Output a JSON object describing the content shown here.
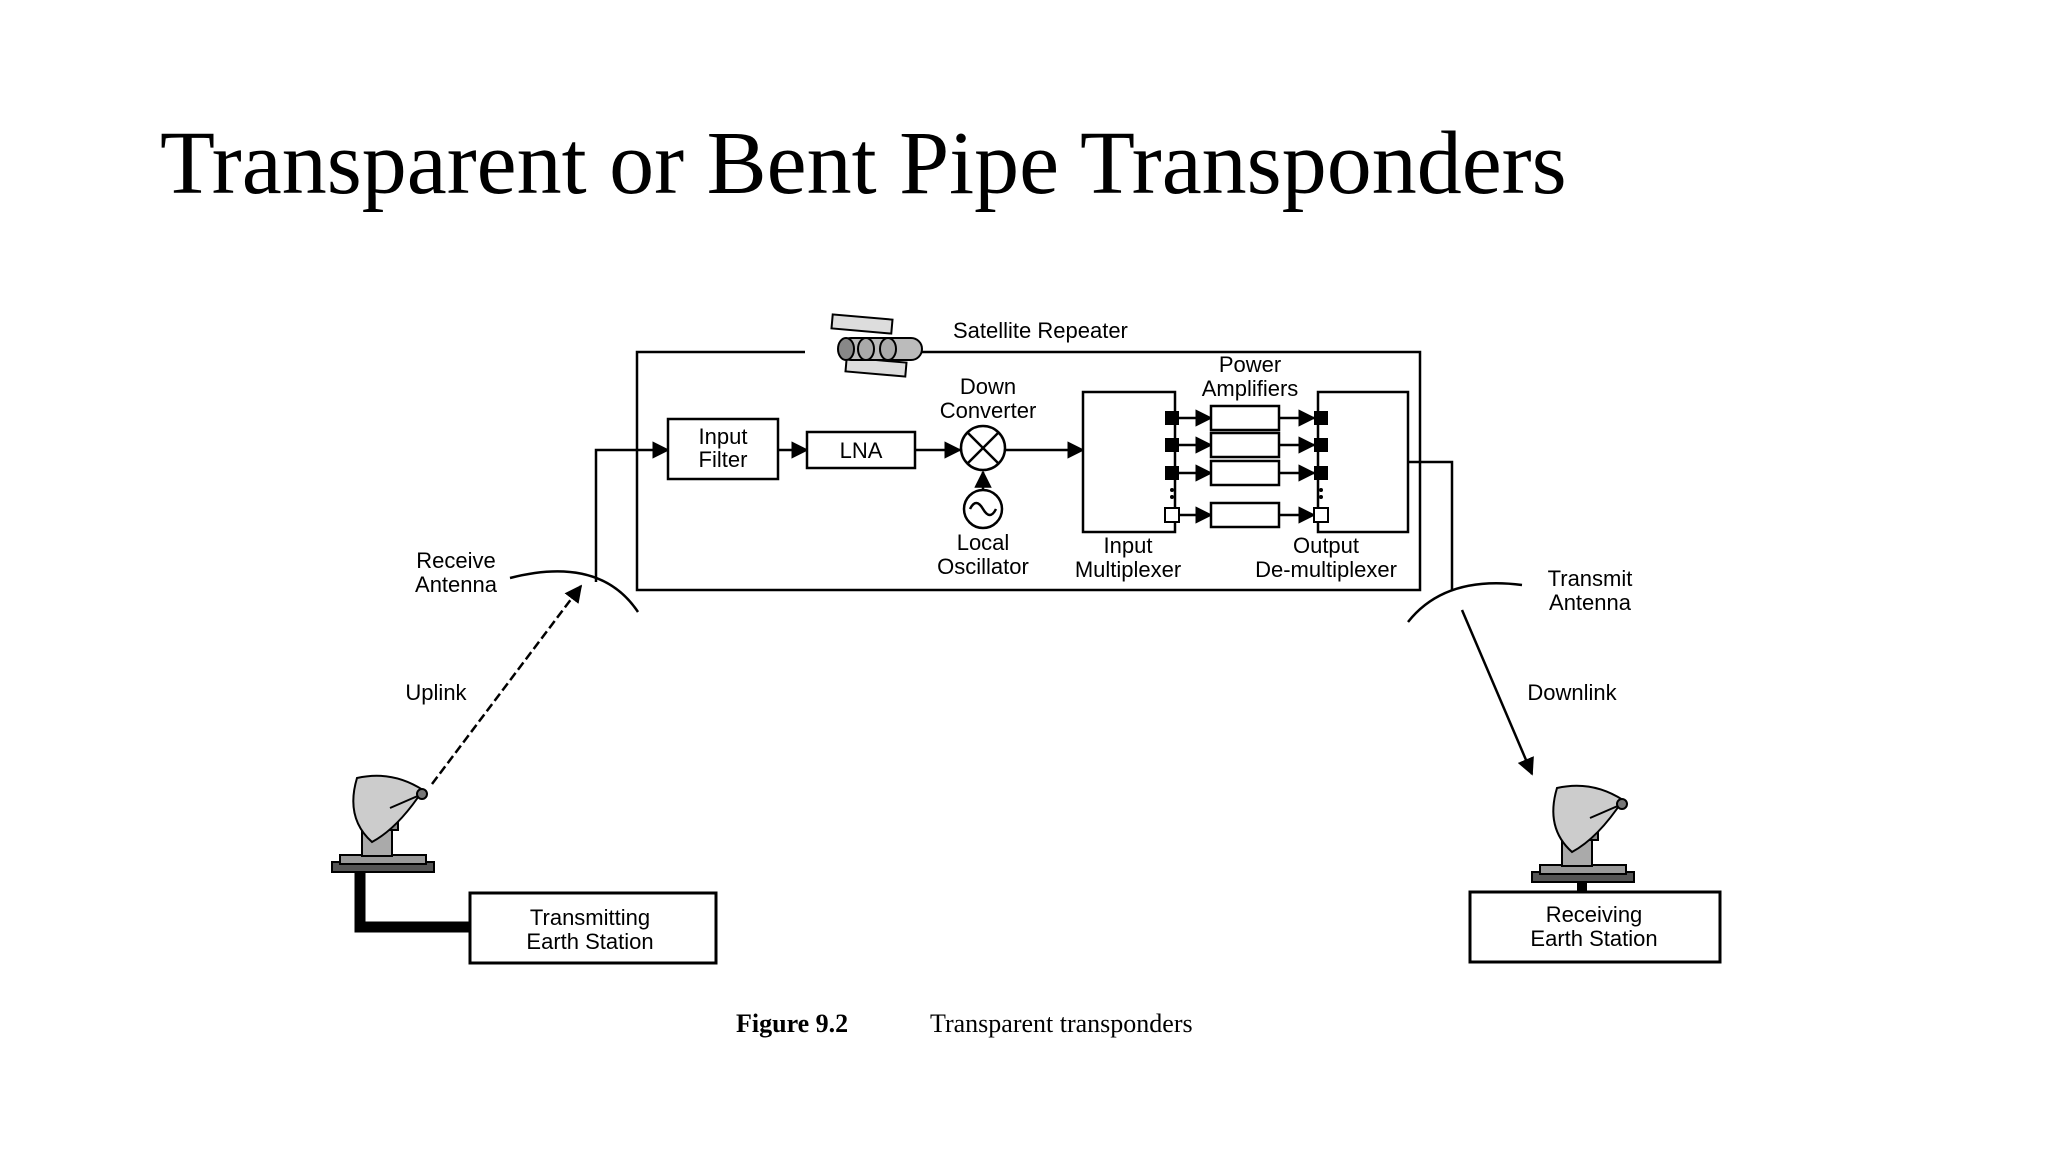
{
  "slide": {
    "title": "Transparent or Bent Pipe Transponders"
  },
  "diagram": {
    "satellite_label": "Satellite Repeater",
    "blocks": {
      "input_filter": [
        "Input",
        "Filter"
      ],
      "lna": "LNA",
      "down_converter": [
        "Down",
        "Converter"
      ],
      "local_oscillator": [
        "Local",
        "Oscillator"
      ],
      "power_amplifiers": [
        "Power",
        "Amplifiers"
      ],
      "input_multiplexer": [
        "Input",
        "Multiplexer"
      ],
      "output_demultiplexer": [
        "Output",
        "De-multiplexer"
      ]
    },
    "receive_antenna": [
      "Receive",
      "Antenna"
    ],
    "transmit_antenna": [
      "Transmit",
      "Antenna"
    ],
    "uplink": "Uplink",
    "downlink": "Downlink",
    "transmitting_station": [
      "Transmitting",
      "Earth Station"
    ],
    "receiving_station": [
      "Receiving",
      "Earth Station"
    ]
  },
  "caption": {
    "number": "Figure 9.2",
    "text": "Transparent transponders"
  },
  "colors": {
    "line": "#000000",
    "background": "#ffffff"
  }
}
